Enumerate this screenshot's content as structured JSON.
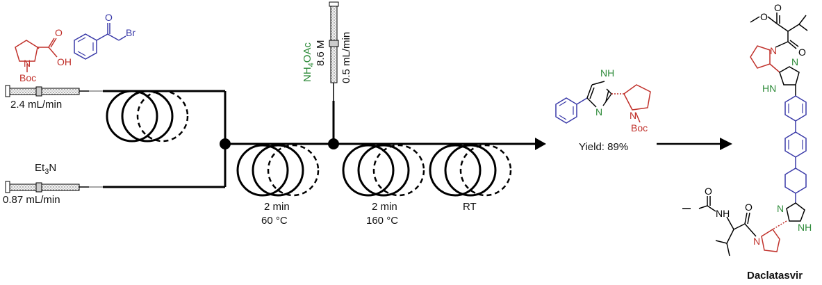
{
  "colors": {
    "proline": "#c0302a",
    "aryl": "#3a3aa8",
    "imidazole_nh": "#2e8b3a",
    "flow_line": "#000000"
  },
  "reagents": {
    "acid_label_oh": "OH",
    "acid_label_o": "O",
    "acid_label_n": "N",
    "acid_label_boc": "Boc",
    "bromide_label_o": "O",
    "bromide_label_br": "Br",
    "base_label": "Et",
    "base_sub": "3",
    "base_n": "N",
    "ammonium_nh": "NH",
    "ammonium_sub": "4",
    "ammonium_oac": "OAc",
    "ammonium_conc": "8.6 M",
    "ammonium_rate": "0.5 mL/min"
  },
  "pumps": {
    "pump1_rate": "2.4 mL/min",
    "pump2_rate": "0.87 mL/min"
  },
  "reactors": {
    "r1_time": "2 min",
    "r1_temp": "60 °C",
    "r2_time": "2 min",
    "r2_temp": "160 °C",
    "r3_label": "RT"
  },
  "product": {
    "nh": "NH",
    "n": "N",
    "boc": "Boc",
    "yield": "Yield: 89%"
  },
  "target": {
    "name": "Daclatasvir",
    "o_labels": [
      "O",
      "O",
      "O",
      "O",
      "O"
    ],
    "n_labels": [
      "N",
      "N",
      "N",
      "N"
    ],
    "hn_labels": [
      "HN",
      "NH",
      "NH"
    ]
  }
}
